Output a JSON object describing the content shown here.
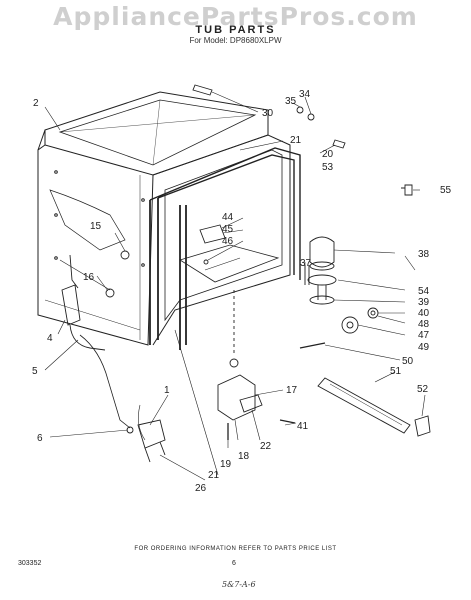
{
  "header": {
    "watermark": "AppliancePartsPros.com",
    "title": "TUB PARTS",
    "model_line": "For Model: DP8680XLPW"
  },
  "callouts": {
    "n1": "1",
    "n2": "2",
    "n4": "4",
    "n5": "5",
    "n6": "6",
    "n15": "15",
    "n16": "16",
    "n17": "17",
    "n18": "18",
    "n19": "19",
    "n20": "20",
    "n21a": "21",
    "n21b": "21",
    "n22": "22",
    "n26": "26",
    "n30": "30",
    "n34": "34",
    "n35": "35",
    "n37": "37",
    "n38": "38",
    "n39": "39",
    "n40": "40",
    "n41": "41",
    "n44": "44",
    "n45": "45",
    "n46": "46",
    "n47": "47",
    "n48": "48",
    "n49": "49",
    "n50": "50",
    "n51": "51",
    "n52": "52",
    "n53": "53",
    "n54": "54",
    "n55": "55"
  },
  "footer": {
    "note": "FOR ORDERING INFORMATION REFER TO PARTS PRICE LIST",
    "doc_number": "303352",
    "page_number": "6",
    "handwritten": "5&7-A-6"
  }
}
